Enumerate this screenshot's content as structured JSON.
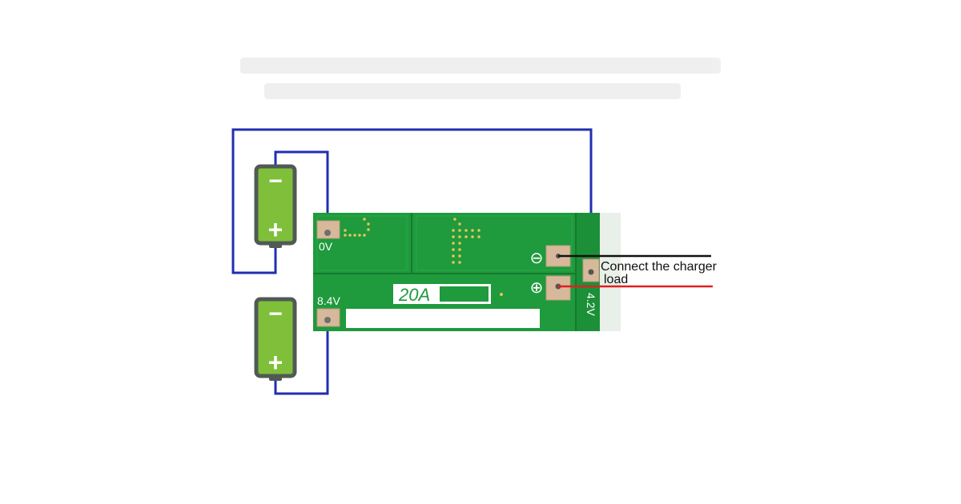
{
  "board": {
    "rating_label": "20A",
    "pad_0v": "0V",
    "pad_8v4": "8.4V",
    "pad_4v2": "4.2V",
    "minus_symbol": "⊖",
    "plus_symbol": "⊕"
  },
  "battery_top": {
    "minus": "−",
    "plus": "+"
  },
  "battery_bottom": {
    "minus": "−",
    "plus": "+"
  },
  "annotations": {
    "line1": "Connect the charger",
    "line2": "load"
  },
  "colors": {
    "pcb": "#1f9a3c",
    "pcb_dark": "#167a2e",
    "battery_body": "#7fbf3a",
    "battery_frame": "#505a55",
    "wire_blue": "#1f2fb0",
    "wire_black": "#111111",
    "wire_red": "#e02020",
    "pad": "#d8b89a"
  }
}
